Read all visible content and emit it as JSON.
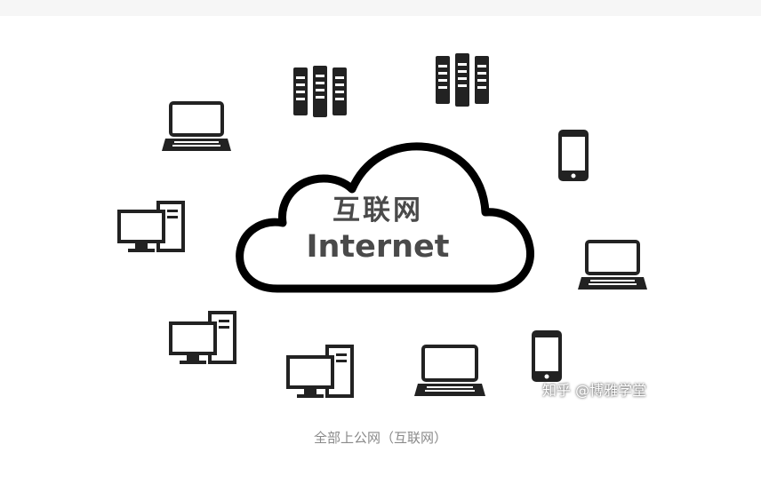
{
  "cloud": {
    "title_cn": "互联网",
    "title_en": "Internet"
  },
  "watermark": "知乎 @博雅学堂",
  "caption": "全部上公网（互联网）",
  "icons": [
    "server-icon",
    "server-icon",
    "laptop-icon",
    "smartphone-icon",
    "desktop-computer-icon",
    "laptop-icon",
    "desktop-computer-icon",
    "desktop-computer-icon",
    "laptop-icon",
    "smartphone-icon"
  ],
  "colors": {
    "icon": "#222222",
    "cloud_text": "#4a4a4a",
    "caption": "#8a8a8a"
  }
}
